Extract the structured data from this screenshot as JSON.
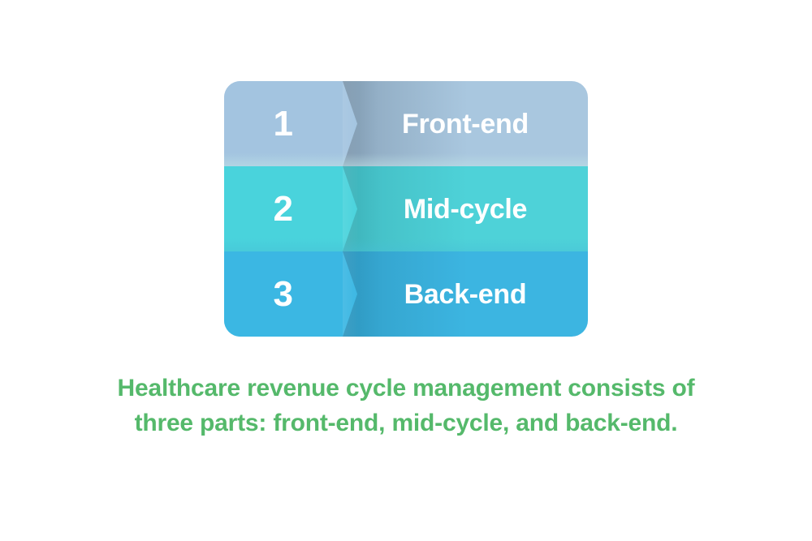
{
  "page": {
    "background_color": "#ffffff",
    "accent_green": "#55b96b"
  },
  "diagram": {
    "title_visible": false,
    "steps": [
      {
        "number": "1",
        "label": "Front-end",
        "band_color": "#a9c7df",
        "number_zone_color": "#a3c4e0",
        "text_color": "#ffffff"
      },
      {
        "number": "2",
        "label": "Mid-cycle",
        "band_color": "#4ed2d8",
        "number_zone_color": "#49d3dc",
        "text_color": "#ffffff"
      },
      {
        "number": "3",
        "label": "Back-end",
        "band_color": "#3cb5e1",
        "number_zone_color": "#3bb7e3",
        "text_color": "#ffffff"
      }
    ]
  },
  "caption": {
    "line1": "Healthcare revenue cycle management consists of",
    "line2": "three parts: front-end, mid-cycle, and back-end.",
    "color": "#55b96b"
  }
}
